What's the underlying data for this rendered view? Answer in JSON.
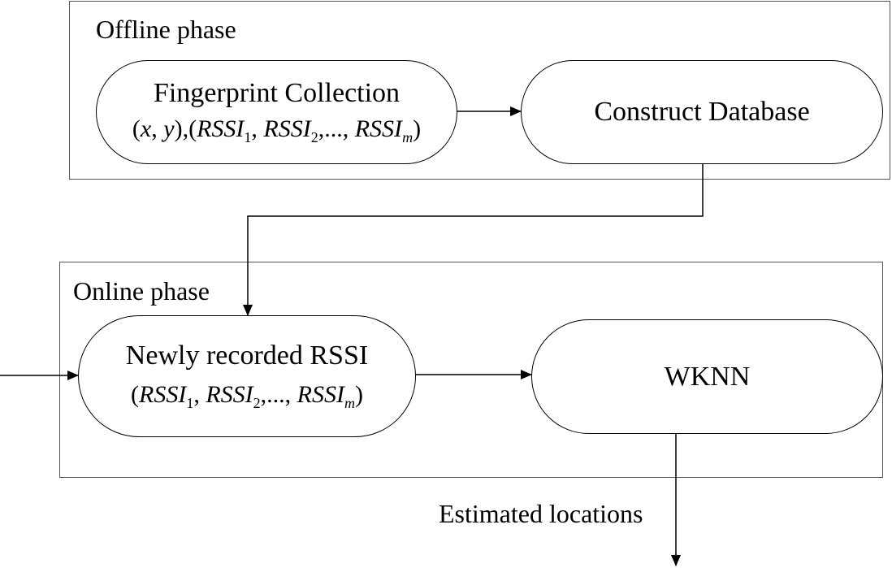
{
  "offline_phase": {
    "label": "Offline phase"
  },
  "online_phase": {
    "label": "Online phase"
  },
  "nodes": {
    "fingerprint": {
      "title": "Fingerprint Collection",
      "formula": "(x, y),(RSSI1, RSSI2,..., RSSIm)"
    },
    "construct": {
      "title": "Construct Database"
    },
    "newly_recorded": {
      "title": "Newly recorded RSSI",
      "formula": "(RSSI1, RSSI2,..., RSSIm)"
    },
    "wknn": {
      "title": "WKNN"
    }
  },
  "edges": {
    "output_label": "Estimated locations"
  }
}
